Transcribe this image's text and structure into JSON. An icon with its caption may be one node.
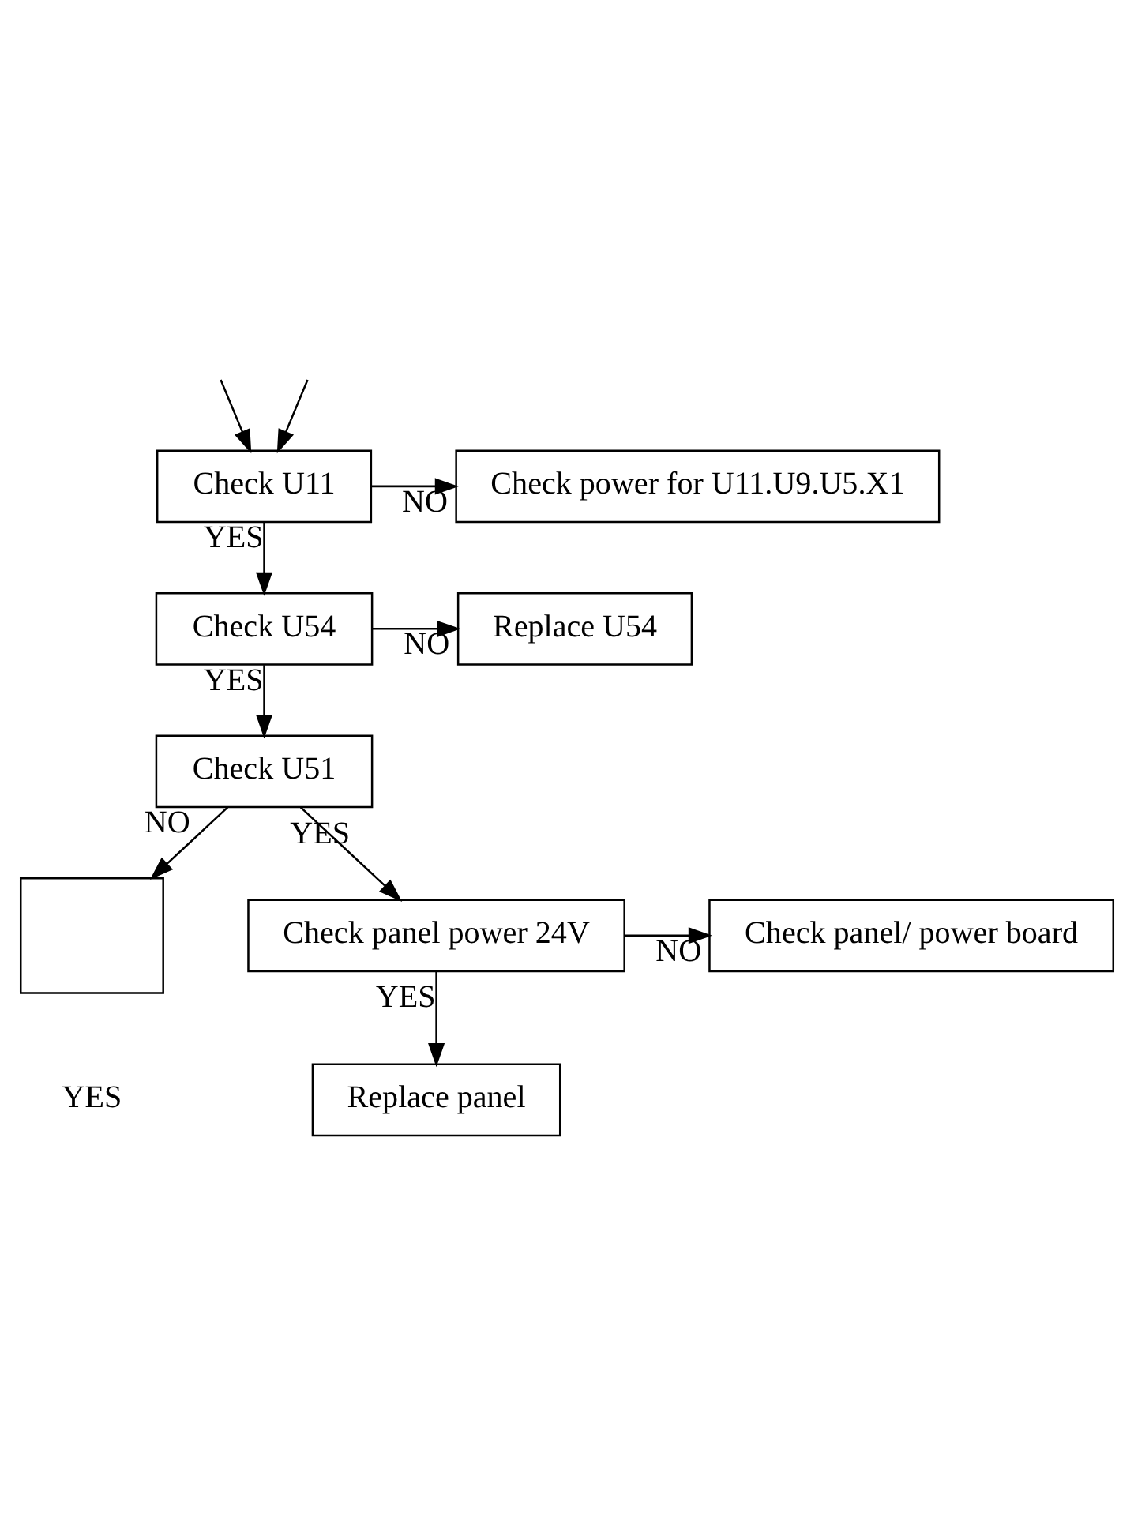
{
  "diagram": {
    "nodes": [
      {
        "text": [
          "Check U11"
        ]
      },
      {
        "text": [
          "Check power for U11.U9.U5.X1"
        ]
      },
      {
        "text": [
          "Check U54"
        ]
      },
      {
        "text": [
          "Replace U54"
        ]
      },
      {
        "text": [
          "Check U51"
        ]
      },
      {
        "text": [
          "Check panel power 24V"
        ]
      },
      {
        "text": [
          "Check panel/ power board"
        ]
      },
      {
        "text": [
          "Replace panel"
        ]
      },
      {
        "text": [],
        "shape": "box"
      }
    ],
    "edges": [
      {
        "from": null,
        "to": 0,
        "arrow": "to"
      },
      {
        "from": null,
        "to": 0,
        "arrow": "to"
      },
      {
        "from": 0,
        "to": 1,
        "arrow": "to",
        "label": "NO"
      },
      {
        "from": 0,
        "to": 2,
        "arrow": "to",
        "label": "YES"
      },
      {
        "from": 2,
        "to": 3,
        "arrow": "to",
        "label": "NO"
      },
      {
        "from": 2,
        "to": 4,
        "arrow": "to",
        "label": "YES"
      },
      {
        "from": 4,
        "to": 8,
        "arrow": "to",
        "label": "NO"
      },
      {
        "from": 4,
        "to": 5,
        "arrow": "to",
        "label": "YES"
      },
      {
        "from": 5,
        "to": 6,
        "arrow": "to",
        "label": "NO"
      },
      {
        "from": 5,
        "to": 7,
        "arrow": "to",
        "label": "YES"
      }
    ],
    "labels": [
      "YES"
    ]
  }
}
